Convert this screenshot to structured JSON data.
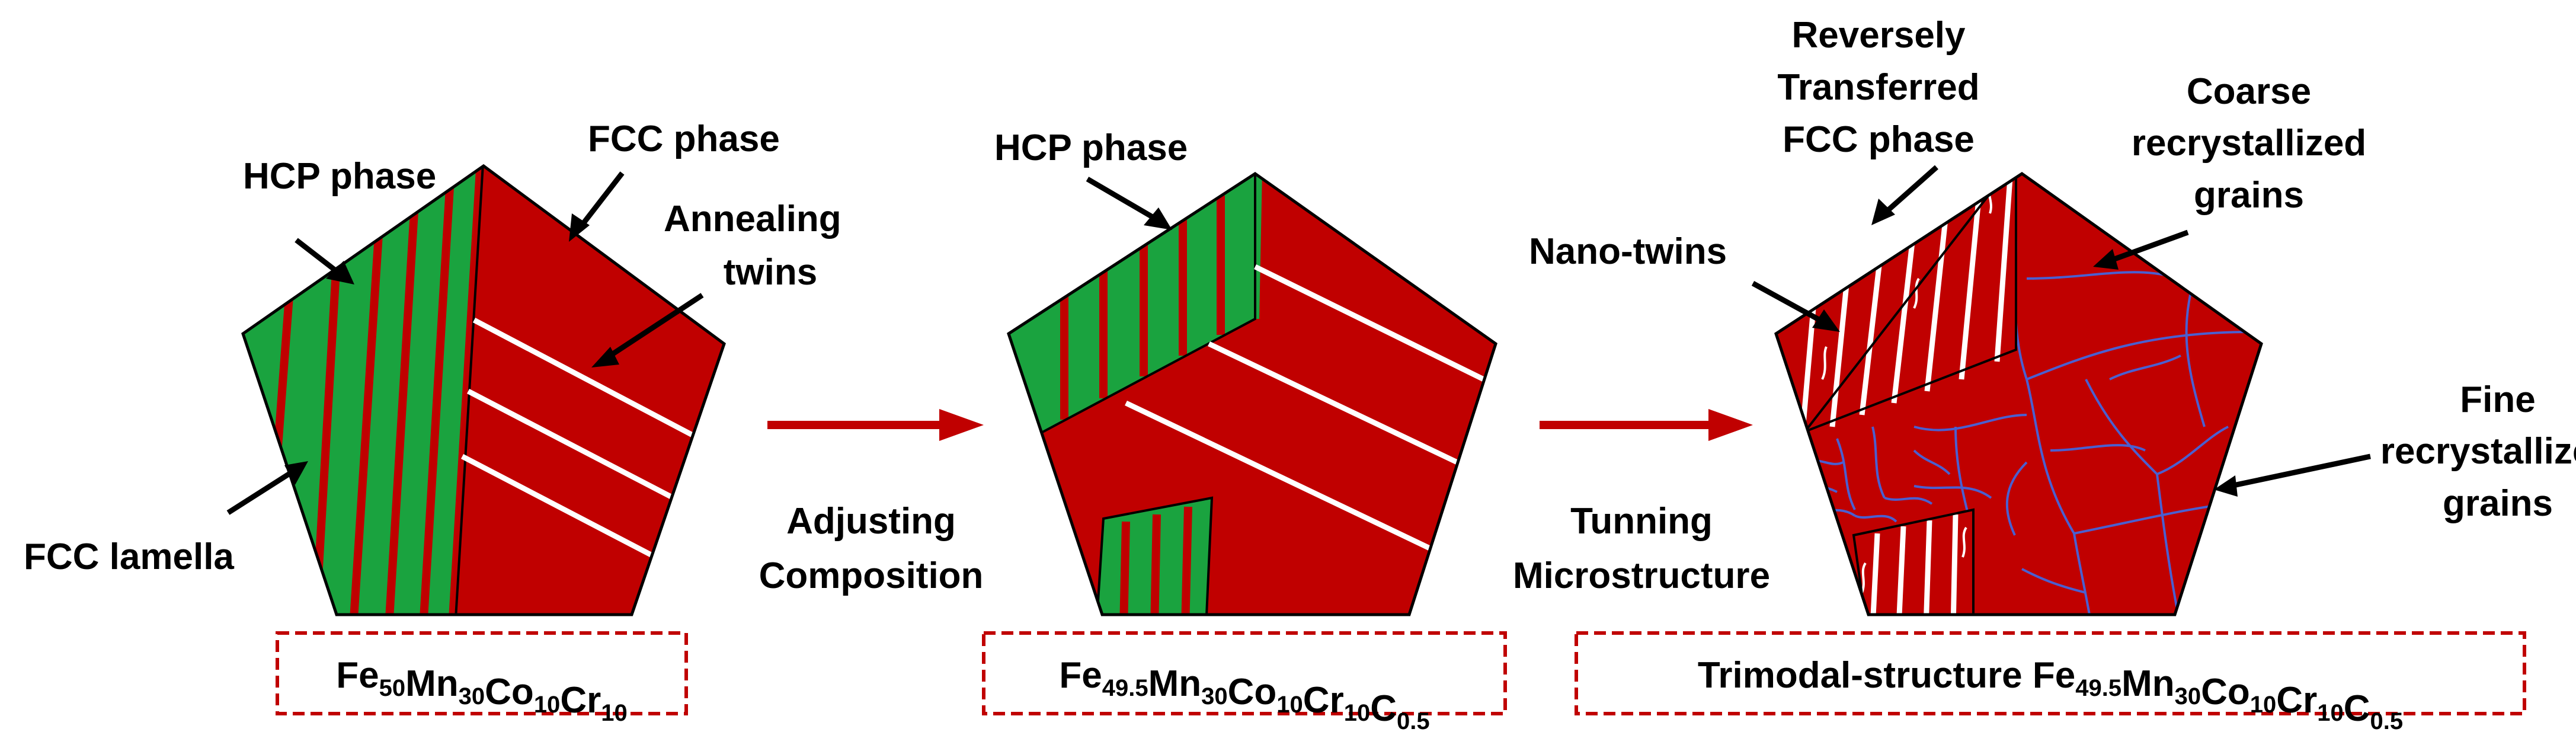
{
  "colors": {
    "fcc": "#c00000",
    "hcp": "#1aa33f",
    "twin": "#ffffff",
    "boundary": "#4a5fd0",
    "arrow": "#c00000",
    "outline": "#000000",
    "box_border": "#c00000"
  },
  "panel1": {
    "labels": {
      "hcp_phase": "HCP phase",
      "fcc_phase": "FCC phase",
      "annealing_line1": "Annealing",
      "annealing_line2": "twins",
      "fcc_lamella": "FCC lamella"
    },
    "formula": [
      {
        "t": "Fe"
      },
      {
        "t": "50",
        "sub": true
      },
      {
        "t": "Mn"
      },
      {
        "t": "30",
        "sub": true
      },
      {
        "t": "Co"
      },
      {
        "t": "10",
        "sub": true
      },
      {
        "t": "Cr"
      },
      {
        "t": "10",
        "sub": true
      }
    ]
  },
  "arrow1": {
    "line1": "Adjusting",
    "line2": "Composition"
  },
  "panel2": {
    "labels": {
      "hcp_phase": "HCP phase"
    },
    "formula": [
      {
        "t": "Fe"
      },
      {
        "t": "49.5",
        "sub": true
      },
      {
        "t": "Mn"
      },
      {
        "t": "30",
        "sub": true
      },
      {
        "t": "Co"
      },
      {
        "t": "10",
        "sub": true
      },
      {
        "t": "Cr"
      },
      {
        "t": "10",
        "sub": true
      },
      {
        "t": "C"
      },
      {
        "t": "0.5",
        "sub": true
      }
    ]
  },
  "arrow2": {
    "line1": "Tunning",
    "line2": "Microstructure"
  },
  "panel3": {
    "labels": {
      "reversely_line1": "Reversely",
      "reversely_line2": "Transferred",
      "reversely_line3": "FCC phase",
      "nano_twins": "Nano-twins",
      "coarse_line1": "Coarse",
      "coarse_line2": "recrystallized",
      "coarse_line3": "grains",
      "fine_line1": "Fine",
      "fine_line2": "recrystallized",
      "fine_line3": "grains"
    },
    "formula": [
      {
        "t": "Trimodal-structure "
      },
      {
        "t": "Fe"
      },
      {
        "t": "49.5",
        "sub": true
      },
      {
        "t": "Mn"
      },
      {
        "t": "30",
        "sub": true
      },
      {
        "t": "Co"
      },
      {
        "t": "10",
        "sub": true
      },
      {
        "t": "Cr"
      },
      {
        "t": "10",
        "sub": true
      },
      {
        "t": "C"
      },
      {
        "t": "0.5",
        "sub": true
      }
    ]
  }
}
